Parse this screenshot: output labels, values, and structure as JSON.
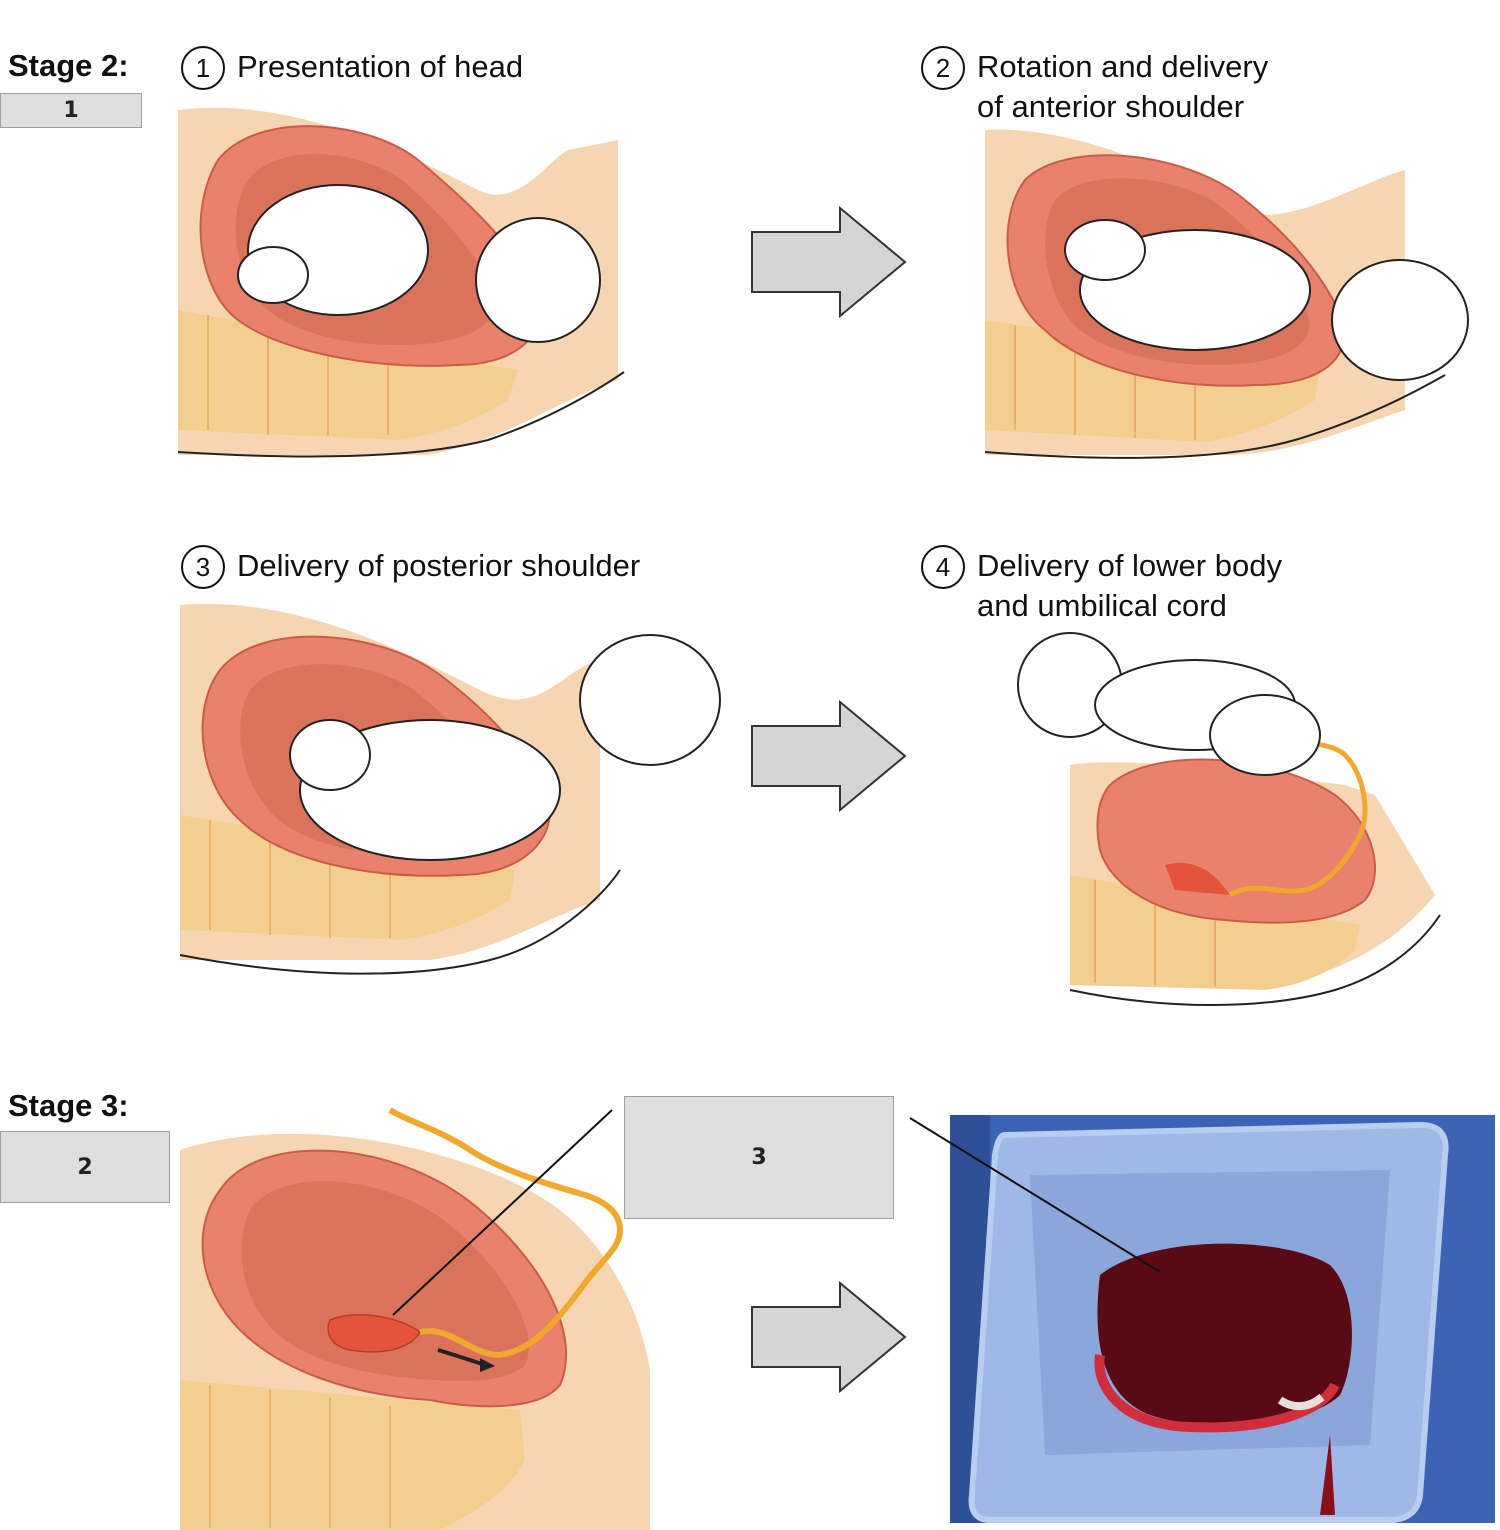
{
  "stage2": {
    "label": "Stage 2:",
    "box": "1"
  },
  "steps": [
    {
      "num": "1",
      "text": "Presentation of head"
    },
    {
      "num": "2",
      "text": "Rotation and delivery\nof anterior shoulder"
    },
    {
      "num": "3",
      "text": "Delivery of posterior shoulder"
    },
    {
      "num": "4",
      "text": "Delivery of lower body\nand umbilical cord"
    }
  ],
  "stage3": {
    "label": "Stage 3:",
    "box": "2",
    "callout_box": "3"
  },
  "colors": {
    "skin": "#f6d6b2",
    "spine": "#f3cf8f",
    "uterus": "#e9826c",
    "uterus_inner": "#d9735c",
    "cord": "#f0a830",
    "placenta": "#e5533d",
    "arrow": "#d5d5d5",
    "tray": "#9fb8e6",
    "drape": "#3d63b5",
    "blood": "#5a0a14"
  }
}
